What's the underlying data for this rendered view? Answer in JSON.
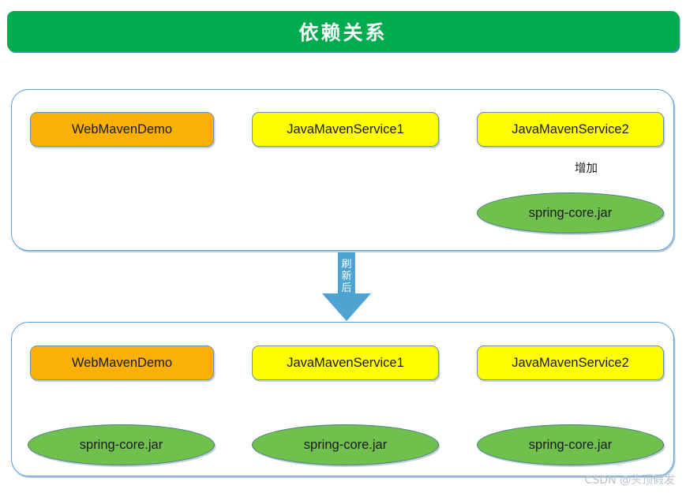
{
  "header": {
    "title": "依赖关系",
    "bg_color": "#00AC4E",
    "text_color": "#FFFFFF"
  },
  "colors": {
    "orange_node": "#FBB005",
    "yellow_node": "#FFFF00",
    "green_ellipse": "#70C04E",
    "connector_blue": "#4FA3D1",
    "panel_border": "#5B9BD5",
    "banner_green": "#00AC4E"
  },
  "panels": {
    "top": {
      "name": "before-refresh-panel",
      "nodes": [
        {
          "id": "web-maven-demo-top",
          "label": "WebMavenDemo",
          "shape": "box",
          "fill": "orange"
        },
        {
          "id": "java-maven-service1-top",
          "label": "JavaMavenService1",
          "shape": "box",
          "fill": "yellow"
        },
        {
          "id": "java-maven-service2-top",
          "label": "JavaMavenService2",
          "shape": "box",
          "fill": "yellow"
        },
        {
          "id": "spring-core-jar-top",
          "label": "spring-core.jar",
          "shape": "ellipse",
          "fill": "green"
        }
      ],
      "edges": [
        {
          "from": "web-maven-demo-top",
          "to": "java-maven-service1-top",
          "label": ""
        },
        {
          "from": "java-maven-service1-top",
          "to": "java-maven-service2-top",
          "label": ""
        },
        {
          "from": "java-maven-service2-top",
          "to": "spring-core-jar-top",
          "label": "增加"
        }
      ]
    },
    "transition": {
      "name": "refresh-arrow",
      "label": "刷新后",
      "label_chars": [
        "刷",
        "新",
        "后"
      ]
    },
    "bottom": {
      "name": "after-refresh-panel",
      "nodes": [
        {
          "id": "web-maven-demo-bottom",
          "label": "WebMavenDemo",
          "shape": "box",
          "fill": "orange"
        },
        {
          "id": "java-maven-service1-bottom",
          "label": "JavaMavenService1",
          "shape": "box",
          "fill": "yellow"
        },
        {
          "id": "java-maven-service2-bottom",
          "label": "JavaMavenService2",
          "shape": "box",
          "fill": "yellow"
        },
        {
          "id": "spring-core-jar-b1",
          "label": "spring-core.jar",
          "shape": "ellipse",
          "fill": "green"
        },
        {
          "id": "spring-core-jar-b2",
          "label": "spring-core.jar",
          "shape": "ellipse",
          "fill": "green"
        },
        {
          "id": "spring-core-jar-b3",
          "label": "spring-core.jar",
          "shape": "ellipse",
          "fill": "green"
        }
      ],
      "edges": [
        {
          "from": "web-maven-demo-bottom",
          "to": "java-maven-service1-bottom",
          "label": ""
        },
        {
          "from": "java-maven-service1-bottom",
          "to": "java-maven-service2-bottom",
          "label": ""
        },
        {
          "from": "web-maven-demo-bottom",
          "to": "spring-core-jar-b1",
          "label": ""
        },
        {
          "from": "java-maven-service1-bottom",
          "to": "spring-core-jar-b2",
          "label": ""
        },
        {
          "from": "java-maven-service2-bottom",
          "to": "spring-core-jar-b3",
          "label": ""
        }
      ]
    }
  },
  "watermark": {
    "text": "CSDN @头顶假发"
  }
}
